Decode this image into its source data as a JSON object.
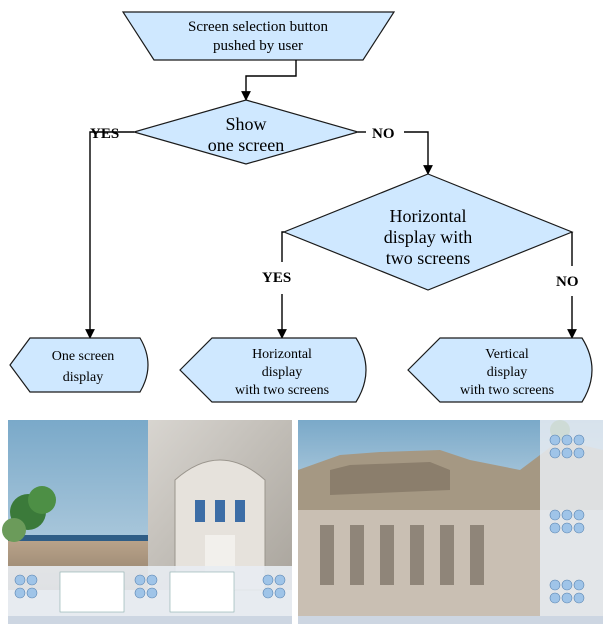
{
  "diagram": {
    "start_line1": "Screen selection button",
    "start_line2": "pushed by user",
    "decision1_line1": "Show",
    "decision1_line2": "one screen",
    "decision2_line1": "Horizontal",
    "decision2_line2": "display with",
    "decision2_line3": "two screens",
    "yes_label": "YES",
    "no_label": "NO",
    "out1_line1": "One screen",
    "out1_line2": "display",
    "out2_line1": "Horizontal",
    "out2_line2": "display",
    "out2_line3": "with two screens",
    "out3_line1": "Vertical",
    "out3_line2": "display",
    "out3_line3": "with two screens"
  },
  "colors": {
    "shape_fill": "#cfe8ff",
    "stroke": "#1a1a1a"
  },
  "screenshots": [
    {
      "name": "horizontal-two-screen-view"
    },
    {
      "name": "vertical-two-screen-view"
    }
  ]
}
